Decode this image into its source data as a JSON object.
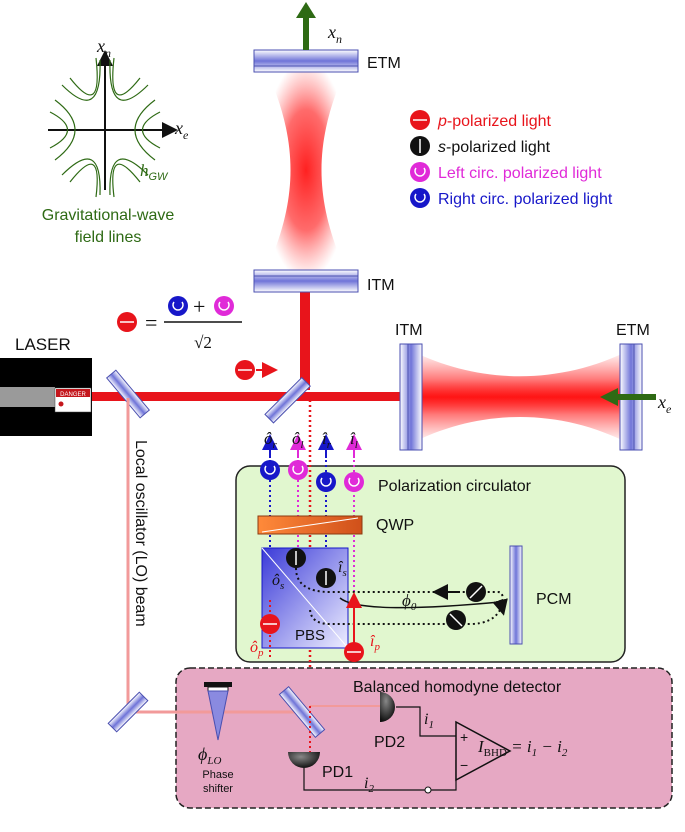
{
  "field_lines": {
    "axis_x": "x",
    "axis_x_sub": "e",
    "axis_y": "x",
    "axis_y_sub": "n",
    "strain": "h",
    "strain_sub": "GW",
    "caption_line1": "Gravitational-wave",
    "caption_line2": "field lines"
  },
  "legend": {
    "p": {
      "italic": "p",
      "rest": "-polarized light",
      "color": "#e8141b"
    },
    "s": {
      "italic": "s",
      "rest": "-polarized light",
      "color": "#111111"
    },
    "left": {
      "text": "Left circ. polarized light",
      "color": "#e02ad8"
    },
    "right": {
      "text": "Right circ. polarized light",
      "color": "#1717c9"
    }
  },
  "equation": {
    "sqrt_two": "√2",
    "equals": "=",
    "plus": "+"
  },
  "optics": {
    "etm_top": "ETM",
    "itm_top": "ITM",
    "itm_right": "ITM",
    "etm_right": "ETM",
    "xn_label": "x",
    "xn_sub": "n",
    "xe_label": "x",
    "xe_sub": "e",
    "laser": "LASER",
    "danger": "DANGER",
    "lo_beam": "Local oscillator (LO) beam"
  },
  "circulator": {
    "title": "Polarization circulator",
    "qwp": "QWP",
    "pbs": "PBS",
    "pcm": "PCM",
    "phi": "ϕ",
    "phi_sub": "0",
    "ports": [
      "ô",
      "ô",
      "î",
      "î"
    ],
    "ports_sub": [
      "r",
      "l",
      "r",
      "l"
    ],
    "o_s": "ô",
    "o_s_sub": "s",
    "i_s": "î",
    "i_s_sub": "s",
    "o_p": "ô",
    "o_p_sub": "p",
    "i_p": "î",
    "i_p_sub": "p"
  },
  "homodyne": {
    "title": "Balanced homodyne detector",
    "phase": "ϕ",
    "phase_sub": "LO",
    "phase_caption1": "Phase",
    "phase_caption2": "shifter",
    "pd1": "PD1",
    "pd2": "PD2",
    "i1": "i",
    "i1_sub": "1",
    "i2": "i",
    "i2_sub": "2",
    "plus": "+",
    "minus": "−",
    "output": "I",
    "output_sub": "BHD",
    "output_rest": " = i",
    "output_sub1": "1",
    "output_mid": " − i",
    "output_sub2": "2"
  },
  "colors": {
    "red_beam": "#e8141b",
    "green": "#2e6a14",
    "circulator_bg": "#e1f7cf",
    "detector_bg": "#e6a8c3",
    "mirror": "#6f74d8"
  }
}
